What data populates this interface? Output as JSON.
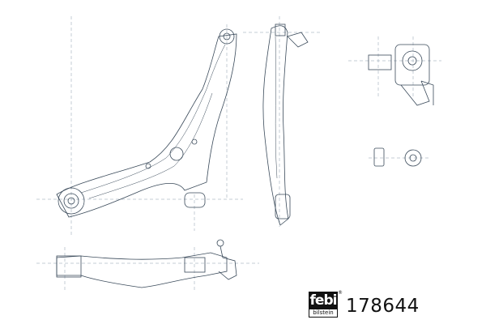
{
  "brand": {
    "logo_text": "febi",
    "logo_subtext": "bilstein",
    "registered_mark": "®"
  },
  "part_number": "178644",
  "colors": {
    "line": "#3a4a5a",
    "dimension": "#8a9aaa",
    "logo": "#111111"
  }
}
